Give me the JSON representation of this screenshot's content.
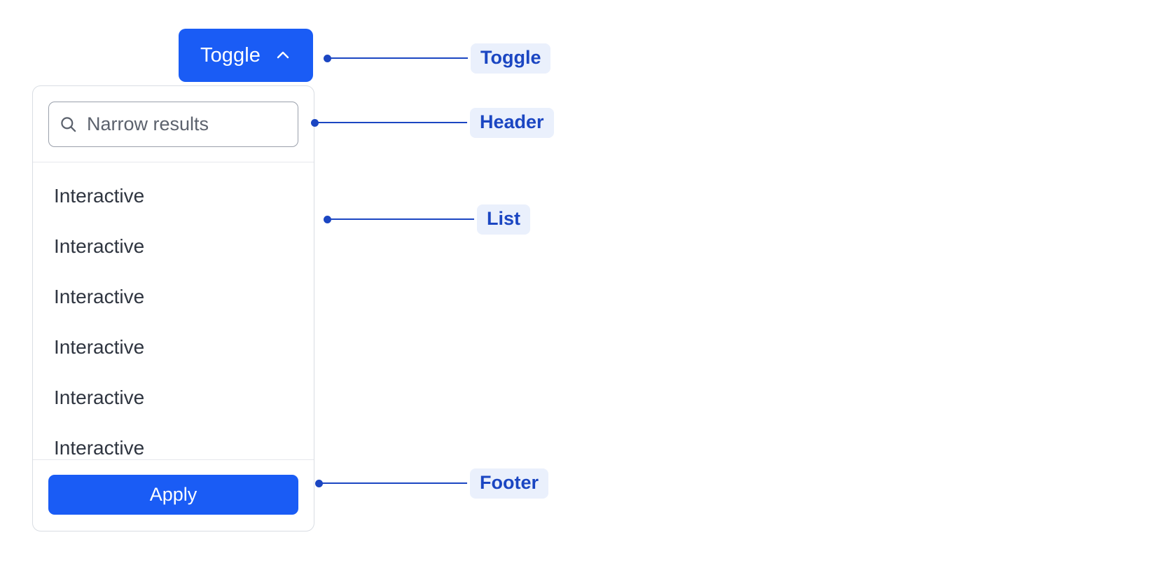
{
  "toggle": {
    "label": "Toggle",
    "icon": "chevron-up-icon"
  },
  "panel": {
    "header": {
      "search": {
        "icon": "search-icon",
        "placeholder": "Narrow results",
        "value": ""
      }
    },
    "list": {
      "items": [
        {
          "label": "Interactive"
        },
        {
          "label": "Interactive"
        },
        {
          "label": "Interactive"
        },
        {
          "label": "Interactive"
        },
        {
          "label": "Interactive"
        },
        {
          "label": "Interactive"
        }
      ]
    },
    "footer": {
      "apply_label": "Apply"
    }
  },
  "annotations": [
    {
      "id": "toggle",
      "label": "Toggle"
    },
    {
      "id": "header",
      "label": "Header"
    },
    {
      "id": "list",
      "label": "List"
    },
    {
      "id": "footer",
      "label": "Footer"
    }
  ],
  "colors": {
    "accent_blue": "#1a5cf5",
    "annotation_blue": "#1b46c2",
    "annotation_pill_bg": "#eaf0fc",
    "panel_border": "#d9dde3",
    "divider": "#e6e8ec",
    "list_text": "#2f3540",
    "placeholder_text": "#5c626d",
    "background": "#ffffff"
  }
}
